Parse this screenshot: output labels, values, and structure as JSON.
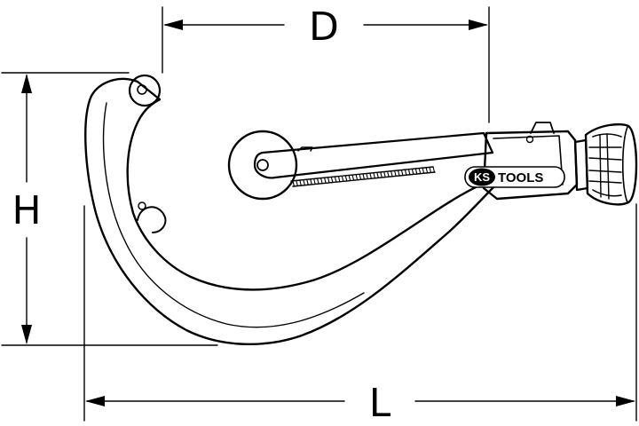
{
  "dimensions": {
    "d_label": "D",
    "h_label": "H",
    "l_label": "L"
  },
  "brand": {
    "prefix": "KS",
    "suffix": "TOOLS"
  },
  "colors": {
    "line": "#000000",
    "background": "#ffffff"
  }
}
